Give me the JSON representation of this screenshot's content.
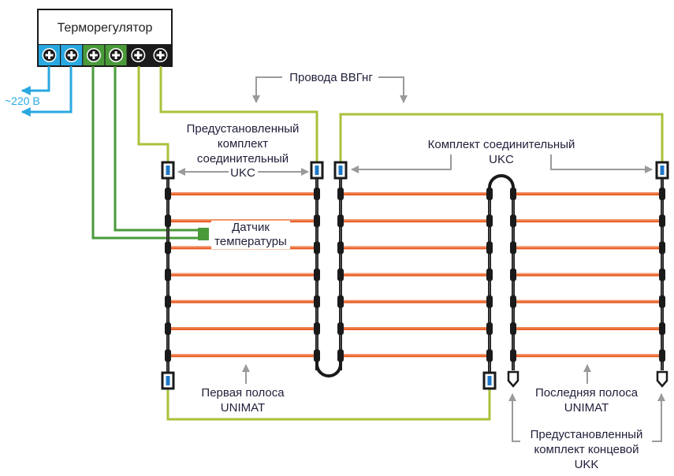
{
  "thermostat": {
    "title": "Терморегулятор",
    "terminals": [
      {
        "id": "L",
        "color": "#29a8e0"
      },
      {
        "id": "N",
        "color": "#29a8e0"
      },
      {
        "id": "S1",
        "color": "#4a9a3a"
      },
      {
        "id": "S2",
        "color": "#4a9a3a"
      },
      {
        "id": "H1",
        "color": "#1a1a1a"
      },
      {
        "id": "H2",
        "color": "#1a1a1a"
      }
    ]
  },
  "power_label": "~220 В",
  "labels": {
    "wires": "Провода ВВГнг",
    "preinstalled_connector": [
      "Предустановленный",
      "комплект",
      "соединительный",
      "UKC"
    ],
    "connector_kit": [
      "Комплект соединительный",
      "UKC"
    ],
    "sensor": [
      "Датчик",
      "температуры"
    ],
    "first_strip": [
      "Первая полоса",
      "UNIMAT"
    ],
    "last_strip": [
      "Последняя полоса",
      "UNIMAT"
    ],
    "end_kit": [
      "Предустановленный",
      "комплект концевой",
      "UKK"
    ]
  },
  "heating_strips": {
    "count": 3,
    "rows_per_strip": 7
  },
  "colors": {
    "power_wire": "#29a8e0",
    "sensor_wire": "#4a9a3a",
    "supply_wire": "#a8c23a",
    "heating_cable": "#e8622a",
    "arrow": "#9a9a9a",
    "connector_blue": "#1f78c8"
  }
}
